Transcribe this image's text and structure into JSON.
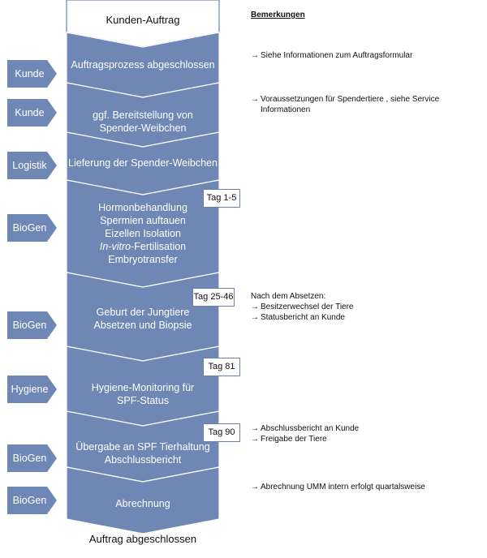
{
  "header": {
    "title": "Kunden-Auftrag"
  },
  "footer": {
    "title": "Auftrag abgeschlossen"
  },
  "remarks_heading": "Bemerkungen",
  "colors": {
    "chevron_fill": "#6f87b5",
    "chevron_stroke": "#ffffff",
    "role_fill": "#6f87b5",
    "tag_border": "#6d7fa8"
  },
  "arrow_glyph": "→",
  "steps": [
    {
      "role": "Kunde",
      "lines": [
        "Auftragsprozess abgeschlossen"
      ],
      "tag": "",
      "remarks": [
        "Siehe Informationen zum Auftragsformular"
      ]
    },
    {
      "role": "Kunde",
      "lines": [
        "ggf. Bereitstellung von",
        "Spender-Weibchen"
      ],
      "tag": "",
      "remarks": [
        "Voraussetzungen für Spendertiere , siehe Service",
        "Informationen"
      ]
    },
    {
      "role": "Logistik",
      "lines": [
        "Lieferung der Spender-Weibchen"
      ],
      "tag": "",
      "remarks": []
    },
    {
      "role": "BioGen",
      "lines": [
        "Hormonbehandlung",
        "Spermien auftauen",
        "Eizellen Isolation",
        "In-vitro-Fertilisation",
        "Embryotransfer"
      ],
      "tag": "Tag 1-5",
      "remarks": []
    },
    {
      "role": "BioGen",
      "lines": [
        "Geburt der Jungtiere",
        "Absetzen und Biopsie"
      ],
      "tag": "Tag 25-46",
      "remarks_intro": "Nach dem Absetzen:",
      "remarks": [
        "Besitzerwechsel der Tiere",
        "Statusbericht an Kunde"
      ]
    },
    {
      "role": "Hygiene",
      "lines": [
        "Hygiene-Monitoring für",
        "SPF-Status"
      ],
      "tag": "Tag 81",
      "remarks": []
    },
    {
      "role": "BioGen",
      "lines": [
        "Übergabe an SPF Tierhaltung",
        "Abschlussbericht"
      ],
      "tag": "Tag 90",
      "remarks": [
        "Abschlussbericht an Kunde",
        "Freigabe der Tiere"
      ]
    },
    {
      "role": "BioGen",
      "lines": [
        "Abrechnung"
      ],
      "tag": "",
      "remarks": [
        "Abrechnung UMM intern erfolgt quartalsweise"
      ]
    }
  ]
}
